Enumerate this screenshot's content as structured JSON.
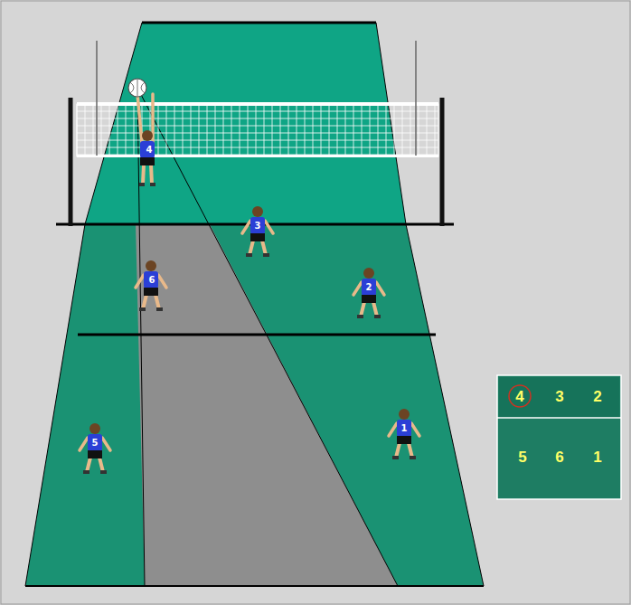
{
  "diagram": {
    "labels": [
      "4",
      "3",
      "6",
      "2",
      "5",
      "1",
      "4",
      "3",
      "2",
      "5",
      "6",
      "1"
    ]
  }
}
